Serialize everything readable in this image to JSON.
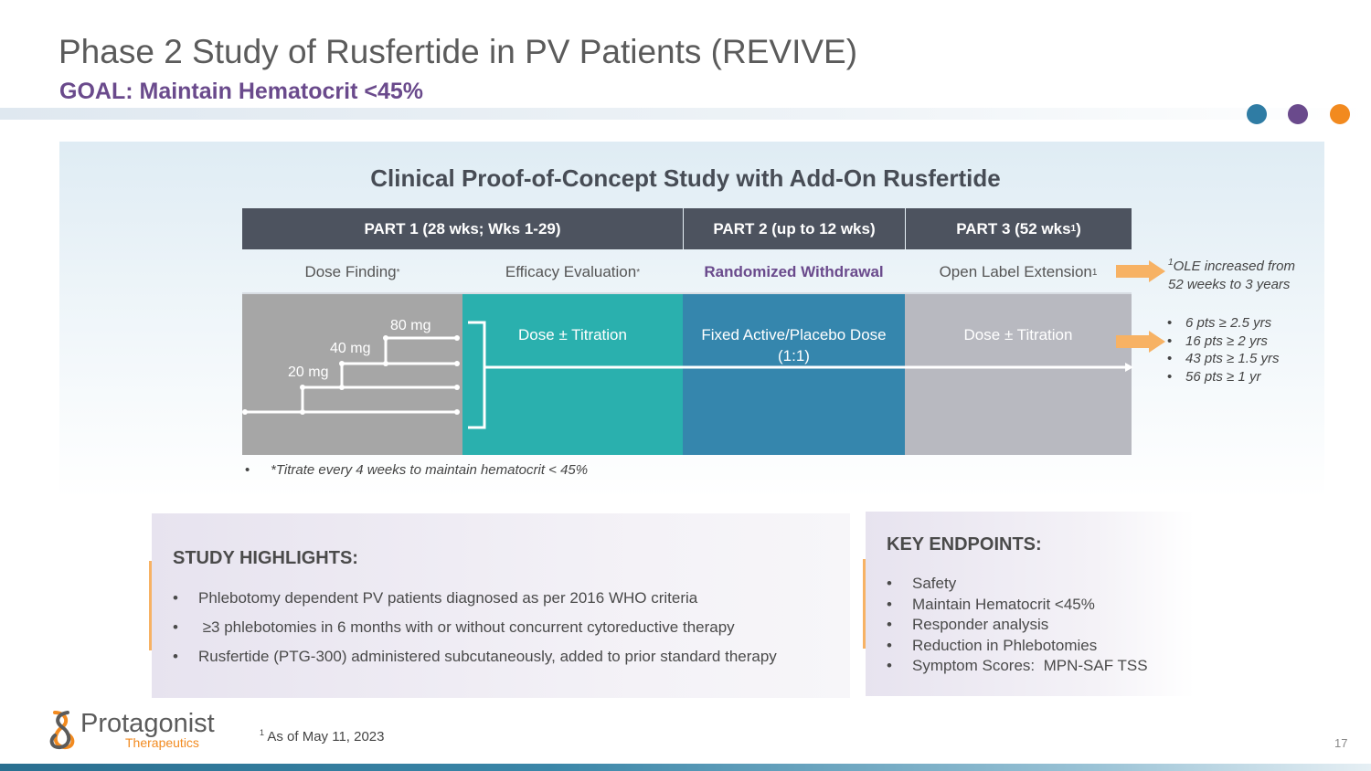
{
  "header": {
    "title": "Phase 2 Study of Rusfertide in PV Patients (REVIVE)",
    "subtitle": "GOAL: Maintain Hematocrit <45%"
  },
  "decor_dot_colors": [
    "#2f7ca4",
    "#6a4a8c",
    "#f28a1f"
  ],
  "study": {
    "title": "Clinical Proof-of-Concept Study with Add-On Rusfertide",
    "parts": [
      {
        "label": "PART 1 (28 wks; Wks 1-29)"
      },
      {
        "label": "PART 2 (up to 12 wks)"
      },
      {
        "label": "PART 3 (52 wks",
        "sup": "1",
        "suffix": ")"
      }
    ],
    "phases": [
      {
        "label": "Dose Finding",
        "sup": "*"
      },
      {
        "label": "Efficacy Evaluation",
        "sup": "*"
      },
      {
        "label": "Randomized Withdrawal"
      },
      {
        "label": "Open Label Extension",
        "sup": "1"
      }
    ],
    "blocks": {
      "efficacy": "Dose ± Titration",
      "randomized": "Fixed Active/Placebo Dose (1:1)",
      "extension": "Dose ± Titration",
      "colors": {
        "dose_finding": "#a6a6a6",
        "efficacy": "#2ab0ae",
        "randomized": "#3586ad",
        "extension": "#b8b9c0"
      }
    },
    "doses": [
      "80 mg",
      "40 mg",
      "20 mg"
    ],
    "ole_note": {
      "sup": "1",
      "line1": "OLE increased from",
      "line2": "52 weeks to 3 years"
    },
    "pts": [
      "6 pts ≥ 2.5 yrs",
      "16 pts ≥ 2 yrs",
      "43 pts ≥ 1.5 yrs",
      "56 pts ≥ 1 yr"
    ],
    "titrate_note": "*Titrate every 4 weeks to maintain hematocrit < 45%"
  },
  "highlights": {
    "title": "STUDY HIGHLIGHTS:",
    "items": [
      "Phlebotomy dependent PV patients diagnosed as per 2016 WHO criteria",
      " ≥3 phlebotomies in 6 months with or without concurrent cytoreductive therapy",
      "Rusfertide (PTG-300) administered subcutaneously, added to prior standard therapy"
    ]
  },
  "endpoints": {
    "title": "KEY ENDPOINTS:",
    "items": [
      "Safety",
      "Maintain Hematocrit <45%",
      "Responder analysis",
      "Reduction in Phlebotomies",
      "Symptom Scores:  MPN-SAF TSS"
    ]
  },
  "footer": {
    "logo_name": "Protagonist",
    "logo_sub": "Therapeutics",
    "footnote_sup": "1",
    "footnote": " As of May 11, 2023",
    "page_number": "17"
  }
}
